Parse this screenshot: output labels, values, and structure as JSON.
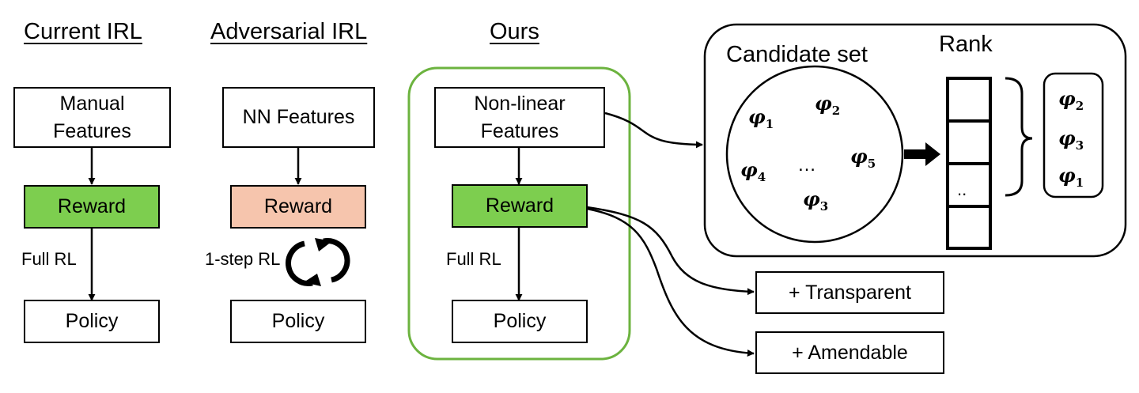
{
  "columns": {
    "current": {
      "title": "Current IRL",
      "features": "Manual Features",
      "reward": "Reward",
      "edge": "Full RL",
      "policy": "Policy"
    },
    "adversarial": {
      "title": "Adversarial IRL",
      "features": "NN Features",
      "reward": "Reward",
      "edge": "1-step RL",
      "policy": "Policy"
    },
    "ours": {
      "title": "Ours",
      "features": "Non-linear Features",
      "reward": "Reward",
      "edge": "Full RL",
      "policy": "Policy"
    }
  },
  "candidate": {
    "set_label": "Candidate set",
    "rank_label": "Rank",
    "phis": [
      {
        "symbol": "φ",
        "sub": "1"
      },
      {
        "symbol": "φ",
        "sub": "2"
      },
      {
        "symbol": "φ",
        "sub": "4"
      },
      {
        "symbol": "φ",
        "sub": "5"
      },
      {
        "symbol": "φ",
        "sub": "3"
      }
    ],
    "ellipsis": "…",
    "rank_cell_dots": "..",
    "ranked": [
      {
        "symbol": "φ",
        "sub": "2"
      },
      {
        "symbol": "φ",
        "sub": "3"
      },
      {
        "symbol": "φ",
        "sub": "1"
      }
    ]
  },
  "outputs": {
    "transparent": "+ Transparent",
    "amendable": "+ Amendable"
  },
  "colors": {
    "reward_green": "#7dce4f",
    "reward_salmon": "#f6c5ad",
    "ours_border": "#6cb33f",
    "stroke": "#000000"
  }
}
